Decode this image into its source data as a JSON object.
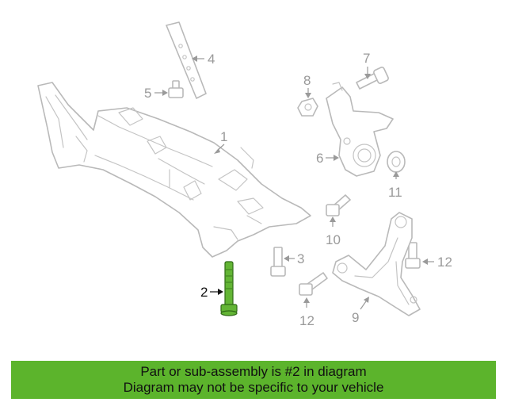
{
  "diagram": {
    "callouts": [
      {
        "number": "1"
      },
      {
        "number": "2"
      },
      {
        "number": "3"
      },
      {
        "number": "4"
      },
      {
        "number": "5"
      },
      {
        "number": "6"
      },
      {
        "number": "7"
      },
      {
        "number": "8"
      },
      {
        "number": "9"
      },
      {
        "number": "10"
      },
      {
        "number": "11"
      },
      {
        "number": "12"
      },
      {
        "number": "12"
      }
    ],
    "highlighted_part": "2",
    "colors": {
      "highlight": "#63b535",
      "banner": "#5cb42c",
      "line_art": "#b9b9b9",
      "callout_text": "#9a9a9a"
    }
  },
  "banner": {
    "line1": "Part or sub-assembly is #2 in diagram",
    "line2": "Diagram may not be specific to your vehicle"
  }
}
